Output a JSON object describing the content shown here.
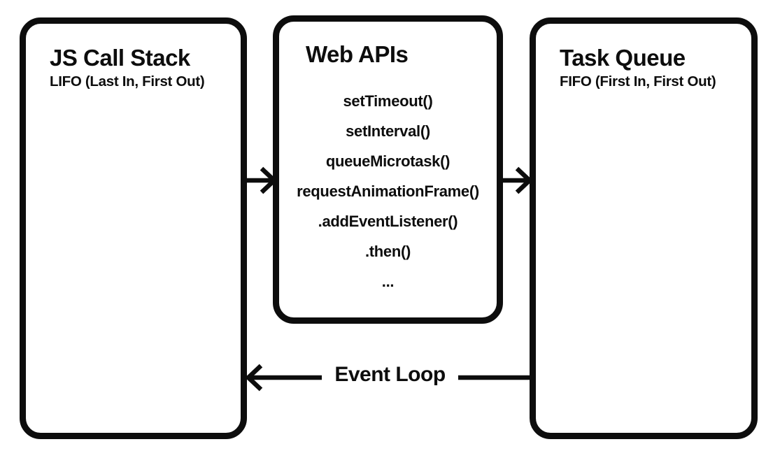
{
  "boxes": {
    "call_stack": {
      "title": "JS Call Stack",
      "subtitle": "LIFO (Last In, First Out)"
    },
    "web_apis": {
      "title": "Web APIs",
      "items": [
        "setTimeout()",
        "setInterval()",
        "queueMicrotask()",
        "requestAnimationFrame()",
        ".addEventListener()",
        ".then()",
        "..."
      ]
    },
    "task_queue": {
      "title": "Task Queue",
      "subtitle": "FIFO (First In, First Out)"
    }
  },
  "labels": {
    "event_loop": "Event Loop"
  },
  "colors": {
    "stroke": "#0d0d0d",
    "background": "#ffffff"
  }
}
